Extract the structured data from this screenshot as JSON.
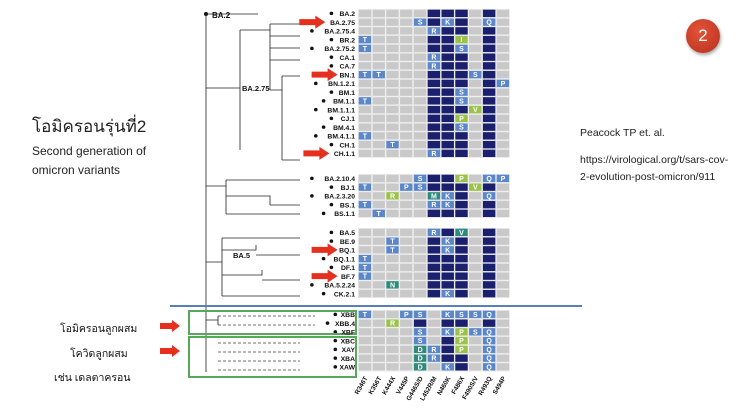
{
  "slide": {
    "number": "2",
    "thai_title": "โอมิครอนรุ่นที่2",
    "subtitle_line1": "Second generation of",
    "subtitle_line2": "omicron variants",
    "citation": "Peacock TP et. al.",
    "url": "https://virological.org/t/sars-cov-2-evolution-post-omicron/911",
    "label_recombinant": "โอมิครอนลูกผสม",
    "label_covid_recombinant": "โควิดลูกผสม",
    "label_deltacron": "เช่น เดลตาครอน"
  },
  "tree": {
    "root_label": "BA.2",
    "clade_ba275": "BA.2.75",
    "clade_ba5": "BA.5"
  },
  "columns": [
    "R346T",
    "K356T",
    "K444X",
    "V445P",
    "G446S/D",
    "L452R/M",
    "N460K",
    "F486X",
    "F490S/V",
    "R493Q",
    "S494P"
  ],
  "groups": [
    {
      "rows": [
        {
          "name": "BA.2",
          "cells": {}
        },
        {
          "name": "BA.2.75",
          "cells": {
            "G446S/D": "S",
            "N460K": "K",
            "R493Q": "Q"
          },
          "arrow": true
        },
        {
          "name": "BA.2.75.4",
          "cells": {
            "L452R/M": "R"
          }
        },
        {
          "name": "BR.2",
          "cells": {
            "R346T": "T",
            "F486X": "I"
          }
        },
        {
          "name": "BA.2.75.2",
          "cells": {
            "R346T": "T",
            "F486X": "S"
          }
        },
        {
          "name": "CA.1",
          "cells": {
            "L452R/M": "R"
          }
        },
        {
          "name": "CA.7",
          "cells": {
            "L452R/M": "R"
          }
        },
        {
          "name": "BN.1",
          "cells": {
            "R346T": "T",
            "K356T": "T",
            "F490S/V": "S"
          },
          "arrow": true
        },
        {
          "name": "BN.1.2.1",
          "cells": {
            "S494P": "P"
          }
        },
        {
          "name": "BM.1",
          "cells": {
            "F486X": "S"
          }
        },
        {
          "name": "BM.1.1",
          "cells": {
            "R346T": "T",
            "F486X": "S"
          }
        },
        {
          "name": "BM.1.1.1",
          "cells": {
            "F490S/V": "V"
          }
        },
        {
          "name": "CJ.1",
          "cells": {
            "F486X": "P"
          }
        },
        {
          "name": "BM.4.1",
          "cells": {
            "F486X": "S"
          }
        },
        {
          "name": "BM.4.1.1",
          "cells": {
            "R346T": "T"
          }
        },
        {
          "name": "CH.1",
          "cells": {
            "K444X": "T"
          }
        },
        {
          "name": "CH.1.1",
          "cells": {
            "L452R/M": "R"
          },
          "arrow": true
        }
      ]
    },
    {
      "rows": [
        {
          "name": "BA.2.10.4",
          "cells": {
            "G446S/D": "S",
            "F486X": "P",
            "R493Q": "Q",
            "S494P": "P"
          }
        },
        {
          "name": "BJ.1",
          "cells": {
            "R346T": "T",
            "V445P": "P",
            "G446S/D": "S",
            "F490S/V": "V"
          }
        },
        {
          "name": "BA.2.3.20",
          "cells": {
            "K444X": "R",
            "L452R/M": "M",
            "N460K": "K",
            "R493Q": "Q"
          }
        },
        {
          "name": "BS.1",
          "cells": {
            "R346T": "T",
            "L452R/M": "R",
            "N460K": "K"
          }
        },
        {
          "name": "BS.1.1",
          "cells": {
            "K356T": "T"
          }
        }
      ]
    },
    {
      "rows": [
        {
          "name": "BA.5",
          "cells": {
            "L452R/M": "R",
            "F486X": "V"
          }
        },
        {
          "name": "BE.9",
          "cells": {
            "K444X": "T",
            "N460K": "K"
          }
        },
        {
          "name": "BQ.1",
          "cells": {
            "K444X": "T",
            "N460K": "K"
          },
          "arrow": true
        },
        {
          "name": "BQ.1.1",
          "cells": {
            "R346T": "T"
          }
        },
        {
          "name": "DF.1",
          "cells": {
            "R346T": "T"
          }
        },
        {
          "name": "BF.7",
          "cells": {
            "R346T": "T"
          },
          "arrow": true
        },
        {
          "name": "BA.5.2.24",
          "cells": {
            "K444X": "N"
          }
        },
        {
          "name": "CK.2.1",
          "cells": {
            "N460K": "K"
          }
        }
      ]
    },
    {
      "rows": [
        {
          "name": "XBB",
          "cells": {
            "R346T": "T",
            "V445P": "P",
            "G446S/D": "S",
            "N460K": "K",
            "F486X": "S",
            "F490S/V": "S",
            "R493Q": "Q"
          }
        },
        {
          "name": "XBB.4",
          "cells": {
            "K444X": "R"
          }
        },
        {
          "name": "XBF",
          "cells": {
            "G446S/D": "S",
            "N460K": "K",
            "F486X": "P",
            "F490S/V": "S",
            "R493Q": "Q"
          }
        },
        {
          "name": "XBC",
          "cells": {
            "G446S/D": "S",
            "F486X": "P",
            "R493Q": "Q"
          }
        },
        {
          "name": "XAY",
          "cells": {
            "G446S/D": "D",
            "L452R/M": "R",
            "F486X": "P",
            "R493Q": "Q"
          }
        },
        {
          "name": "XBA",
          "cells": {
            "G446S/D": "D",
            "L452R/M": "R",
            "R493Q": "Q"
          }
        },
        {
          "name": "XAW",
          "cells": {
            "G446S/D": "D",
            "N460K": "K",
            "R493Q": "Q"
          }
        }
      ]
    }
  ],
  "colors": {
    "navy": "#1a1f6e",
    "blue_cell": "#5b87c8",
    "teal_cell": "#2e8a7a",
    "green_cell": "#9ac24a",
    "gray_cell": "#c9c9c9",
    "arrow_red": "#e53020",
    "green_box": "#58a85c",
    "separator": "#5a7fb8",
    "badge_red": "#c63b22"
  }
}
